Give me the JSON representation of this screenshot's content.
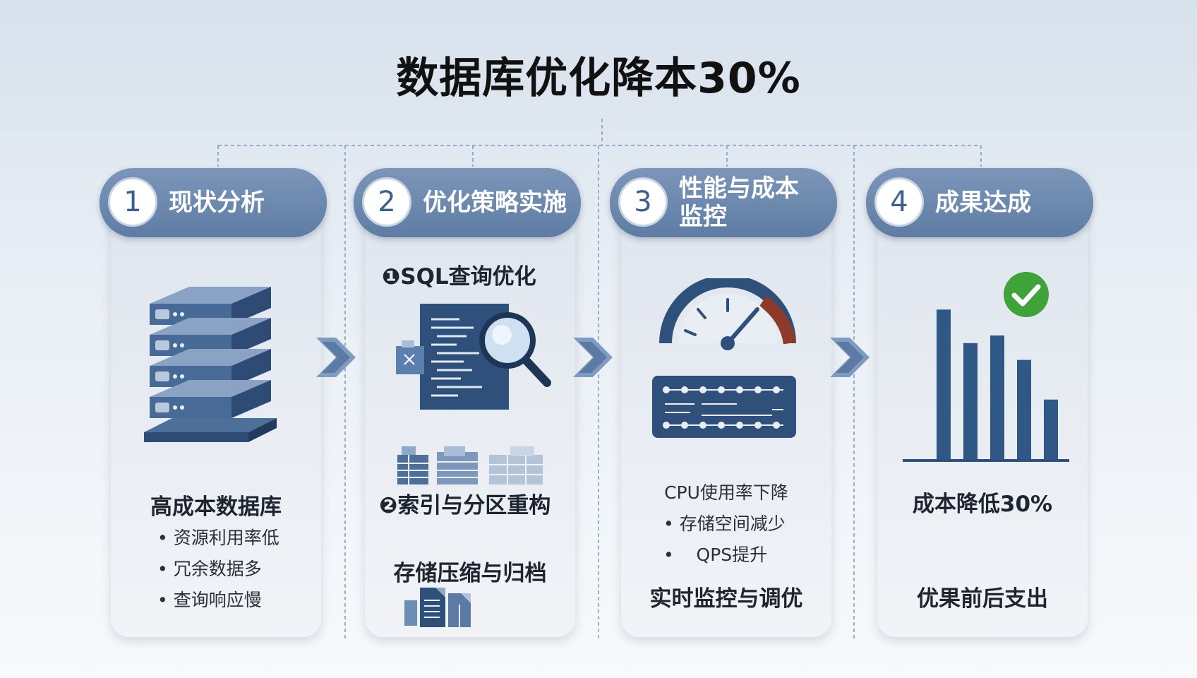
{
  "title": "数据库优化降本30%",
  "steps": [
    {
      "number": "1",
      "title": "现状分析",
      "label": "高成本数据库",
      "bullets": [
        "资源利用率低",
        "冗余数据多",
        "查询响应慢"
      ]
    },
    {
      "number": "2",
      "title": "优化策略实施",
      "sub1": "❶SQL查询优化",
      "sub2": "❷索引与分区重构",
      "sub3": "存储压缩与归档"
    },
    {
      "number": "3",
      "title_line1": "性能与成本",
      "title_line2": "监控",
      "line1": "CPU使用率下降",
      "line2": "• 存储空间减少",
      "line3": "QPS提升",
      "label": "实时监控与调优"
    },
    {
      "number": "4",
      "title": "成果达成",
      "result": "成本降低30%",
      "bottom": "优果前后支出",
      "chart_bars": [
        0.98,
        0.76,
        0.81,
        0.65,
        0.39
      ]
    }
  ],
  "icons": [
    "server-stack-icon",
    "code-magnifier-icon",
    "index-tables-icon",
    "archive-files-icon",
    "gauge-icon",
    "monitor-panel-icon",
    "checkmark-icon",
    "bar-chart-icon",
    "chevron-right-icon"
  ],
  "colors": {
    "header": "#6a86ad",
    "dark_blue": "#2d4d77",
    "accent_green": "#3fa33a",
    "gauge_red": "#8c3a2a"
  }
}
